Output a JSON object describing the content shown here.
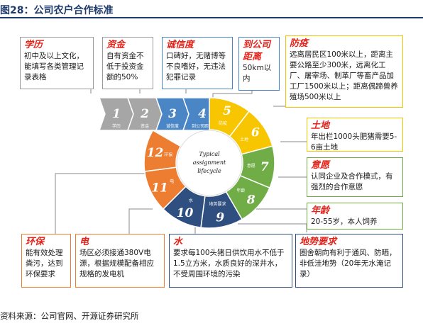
{
  "title": "图28：公司农户合作标准",
  "center_text": [
    "Typical",
    "assignment",
    "lifecycle"
  ],
  "steps": [
    {
      "num": "1",
      "label": "学历",
      "color": "#a6a6a6"
    },
    {
      "num": "2",
      "label": "资金",
      "color": "#a6a6a6"
    },
    {
      "num": "3",
      "label": "诚信度",
      "color": "#4a86c5"
    },
    {
      "num": "4",
      "label": "到公司距离",
      "color": "#4a86c5"
    },
    {
      "num": "5",
      "label": "防疫",
      "color": "#f7c600"
    },
    {
      "num": "6",
      "label": "土地",
      "color": "#f7c600"
    },
    {
      "num": "7",
      "label": "意愿",
      "color": "#70ad47"
    },
    {
      "num": "8",
      "label": "年龄",
      "color": "#70ad47"
    },
    {
      "num": "9",
      "label": "地势要求",
      "color": "#2f4f80"
    },
    {
      "num": "10",
      "label": "水",
      "color": "#2f4f80"
    },
    {
      "num": "11",
      "label": "电",
      "color": "#ed7d31"
    },
    {
      "num": "12",
      "label": "环保",
      "color": "#ed7d31"
    }
  ],
  "criteria": {
    "education": {
      "title": "学历",
      "body": "初中及以上文化，能填写各类管理记录表格"
    },
    "funds": {
      "title": "资金",
      "body": "自有资金不低于投资金额的50%"
    },
    "integrity": {
      "title": "诚信度",
      "body": "口碑好，无赌博等不良嗜好，无违法犯罪记录"
    },
    "distance": {
      "title": "到公司距离",
      "body": "50km以内"
    },
    "epidemic": {
      "title": "防疫",
      "body": "远离居民区100米以上，距离主要公路至少300米，远离化工厂、屠宰场、制革厂等畜产品加工厂1500米以上；距离偶蹄兽养殖场500米以上"
    },
    "land": {
      "title": "土地",
      "body": "年出栏1000头肥猪需要5-6亩土地"
    },
    "willingness": {
      "title": "意愿",
      "body": "认同企业及合作模式，有强烈的合作意愿"
    },
    "age": {
      "title": "年龄",
      "body": "20-55岁，本人饲养"
    },
    "environment": {
      "title": "环保",
      "body": "能有效处理粪污，达到环保要求"
    },
    "electricity": {
      "title": "电",
      "body": "场区必须接通380V电源，根据规模配备相应规格的发电机"
    },
    "water": {
      "title": "水",
      "body": "要求每100头猪日供饮用水不低于1.5立方米，水质良好的深井水，不受周围环境的污染"
    },
    "terrain": {
      "title": "地势要求",
      "body": "圈舍朝向有利于通风、防晒，非低洼地势（20年无水淹记录）"
    }
  },
  "source": "资料来源：公司官网、开源证券研究所"
}
